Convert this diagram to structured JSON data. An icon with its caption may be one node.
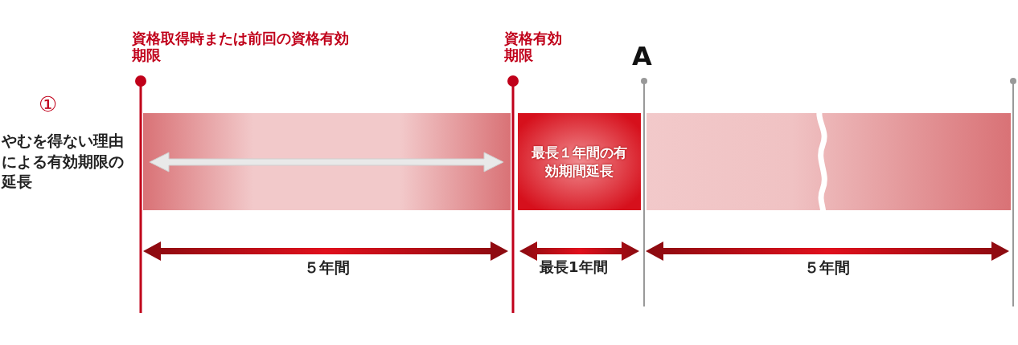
{
  "diagram": {
    "nodes": [
      {
        "text": [],
        "shape": "bar"
      },
      {
        "text": [
          "最長１年間の有効期間延長"
        ]
      },
      {
        "text": [],
        "shape": "bar"
      }
    ],
    "edges": [],
    "labels": [
      "①",
      "やむを得ない理由による有効期限の延長",
      "資格取得時または前回の資格有効期限",
      "資格有効期限",
      "A",
      "５年間",
      "最長1年間",
      "５年間"
    ]
  }
}
